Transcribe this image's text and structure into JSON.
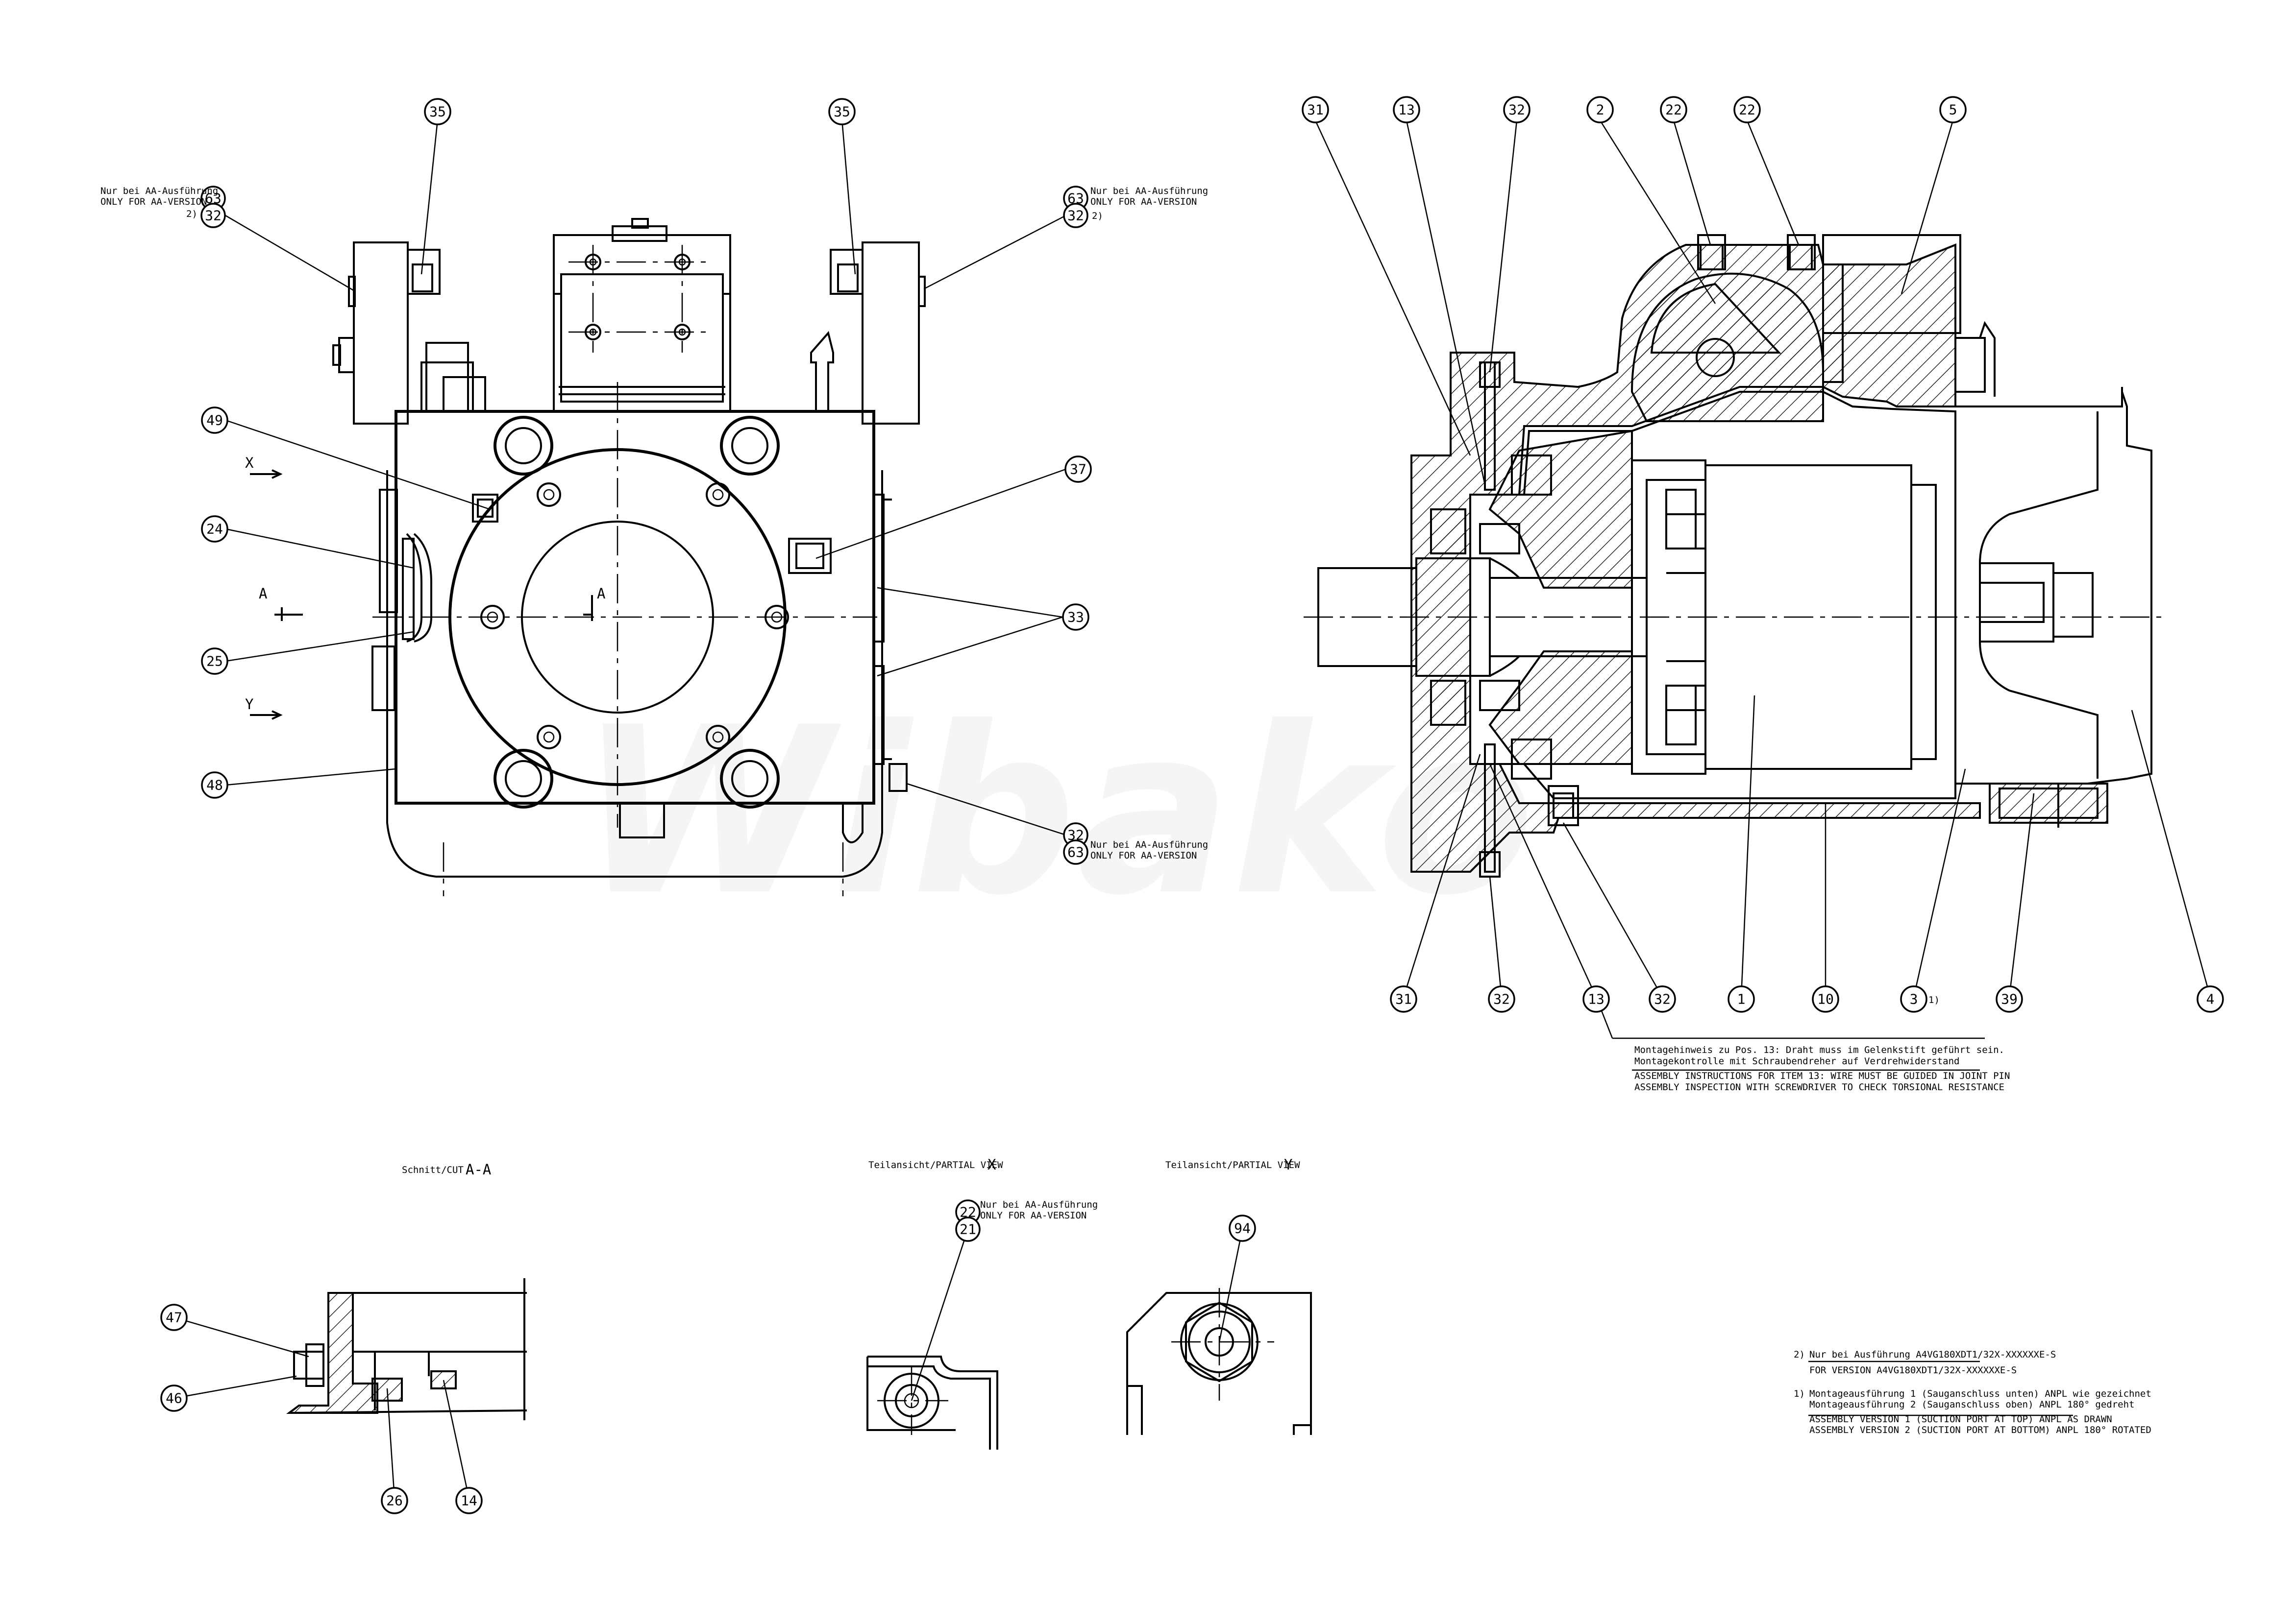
{
  "watermark": "Wibako",
  "balloons": [
    {
      "id": "b35a",
      "label": "35"
    },
    {
      "id": "b35b",
      "label": "35"
    },
    {
      "id": "b63a",
      "label": "63"
    },
    {
      "id": "b32a",
      "label": "32"
    },
    {
      "id": "b63b",
      "label": "63"
    },
    {
      "id": "b32b",
      "label": "32"
    },
    {
      "id": "b49",
      "label": "49"
    },
    {
      "id": "b37",
      "label": "37"
    },
    {
      "id": "b24",
      "label": "24"
    },
    {
      "id": "b33",
      "label": "33"
    },
    {
      "id": "b25",
      "label": "25"
    },
    {
      "id": "b48",
      "label": "48"
    },
    {
      "id": "b32c",
      "label": "32"
    },
    {
      "id": "b63c",
      "label": "63"
    },
    {
      "id": "r31a",
      "label": "31"
    },
    {
      "id": "r13a",
      "label": "13"
    },
    {
      "id": "r32a",
      "label": "32"
    },
    {
      "id": "r2",
      "label": "2"
    },
    {
      "id": "r22a",
      "label": "22"
    },
    {
      "id": "r22b",
      "label": "22"
    },
    {
      "id": "r5",
      "label": "5"
    },
    {
      "id": "r31b",
      "label": "31"
    },
    {
      "id": "r32b",
      "label": "32"
    },
    {
      "id": "r13b",
      "label": "13"
    },
    {
      "id": "r32c",
      "label": "32"
    },
    {
      "id": "r1",
      "label": "1"
    },
    {
      "id": "r10",
      "label": "10"
    },
    {
      "id": "r3",
      "label": "3"
    },
    {
      "id": "r39",
      "label": "39"
    },
    {
      "id": "r4",
      "label": "4"
    },
    {
      "id": "c47",
      "label": "47"
    },
    {
      "id": "c46",
      "label": "46"
    },
    {
      "id": "c26",
      "label": "26"
    },
    {
      "id": "c14",
      "label": "14"
    },
    {
      "id": "x22",
      "label": "22"
    },
    {
      "id": "x21",
      "label": "21"
    },
    {
      "id": "y94",
      "label": "94"
    }
  ],
  "notes": {
    "nur_aa_de": "Nur bei AA-Ausführung",
    "nur_aa_en": "ONLY FOR AA-VERSION",
    "footnote2_mark": "2)",
    "footnote1_mark": "1)",
    "view_x": "X",
    "view_y": "Y",
    "section_a": "A",
    "montage": [
      "Montagehinweis zu Pos. 13: Draht muss im Gelenkstift geführt sein.",
      "Montagekontrolle mit Schraubendreher auf Verdrehwiderstand",
      "ASSEMBLY INSTRUCTIONS FOR ITEM 13: WIRE MUST BE GUIDED IN JOINT PIN",
      "ASSEMBLY INSPECTION WITH SCREWDRIVER TO CHECK TORSIONAL RESISTANCE"
    ],
    "fn2": [
      "Nur bei Ausführung A4VG180XDT1/32X-XXXXXXE-S",
      "FOR VERSION A4VG180XDT1/32X-XXXXXXE-S"
    ],
    "fn1": [
      "Montageausführung 1 (Sauganschluss unten) ANPL wie gezeichnet",
      "Montageausführung 2 (Sauganschluss oben) ANPL 180° gedreht",
      "ASSEMBLY VERSION 1 (SUCTION PORT AT TOP) ANPL AS DRAWN",
      "ASSEMBLY VERSION 2 (SUCTION PORT AT BOTTOM) ANPL 180° ROTATED"
    ]
  },
  "captions": {
    "cut_small": "Schnitt/CUT",
    "cut_big": "A-A",
    "partial_x_small": "Teilansicht/PARTIAL VIEW",
    "partial_x_big": "X",
    "partial_y_small": "Teilansicht/PARTIAL VIEW",
    "partial_y_big": "Y"
  }
}
